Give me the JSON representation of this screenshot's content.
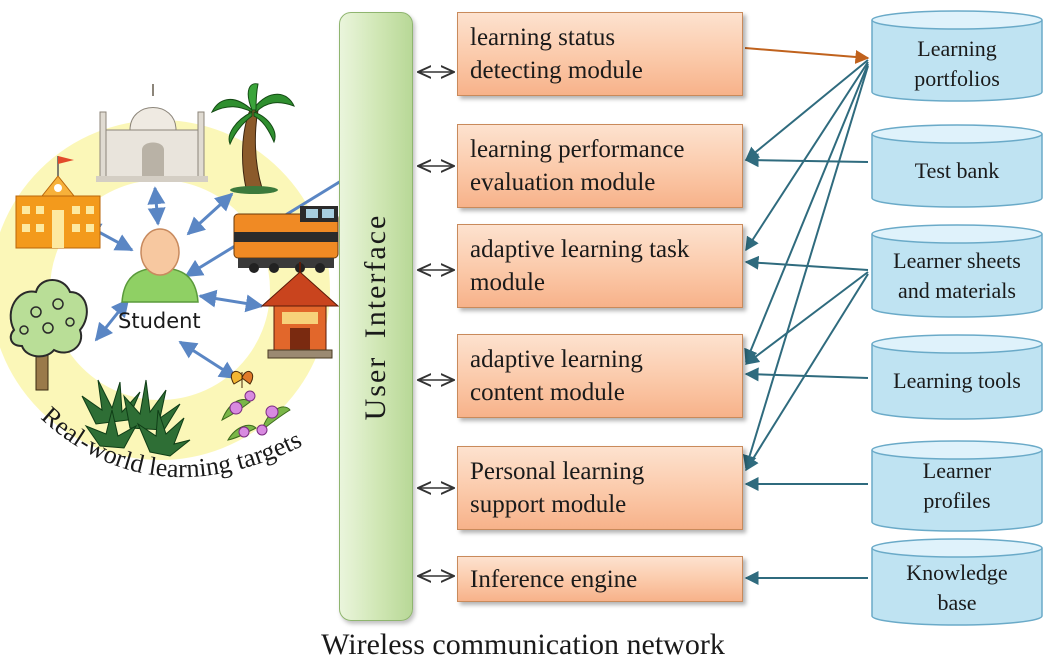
{
  "ui_bar": {
    "label": "User Interface"
  },
  "student": {
    "label": "Student"
  },
  "targets": {
    "label": "Real-world learning targets"
  },
  "footer": {
    "label": "Wireless communication network"
  },
  "modules": [
    {
      "label": "learning status\ndetecting module"
    },
    {
      "label": "learning performance\nevaluation module"
    },
    {
      "label": "adaptive learning task\nmodule"
    },
    {
      "label": "adaptive learning\ncontent module"
    },
    {
      "label": "Personal learning\nsupport module"
    },
    {
      "label": "Inference engine"
    }
  ],
  "databases": [
    {
      "label": "Learning\nportfolios"
    },
    {
      "label": "Test bank"
    },
    {
      "label": "Learner sheets\nand materials"
    },
    {
      "label": "Learning tools"
    },
    {
      "label": "Learner\nprofiles"
    },
    {
      "label": "Knowledge\nbase"
    }
  ],
  "colors": {
    "module_fill": "#fbc9a9",
    "database_fill": "#bfe3f2",
    "ui_bar_fill": "#cfe6b3",
    "connector_teal": "#2f6b7e",
    "connector_orange": "#c0621d",
    "student_arrows": "#5a86c4",
    "ring": "#fbf6b0"
  },
  "icons": [
    "school-icon",
    "taj-mahal-icon",
    "palm-tree-icon",
    "train-icon",
    "tree-icon",
    "pagoda-icon",
    "shrub-icon",
    "butterfly-flower-icon",
    "student-icon"
  ]
}
